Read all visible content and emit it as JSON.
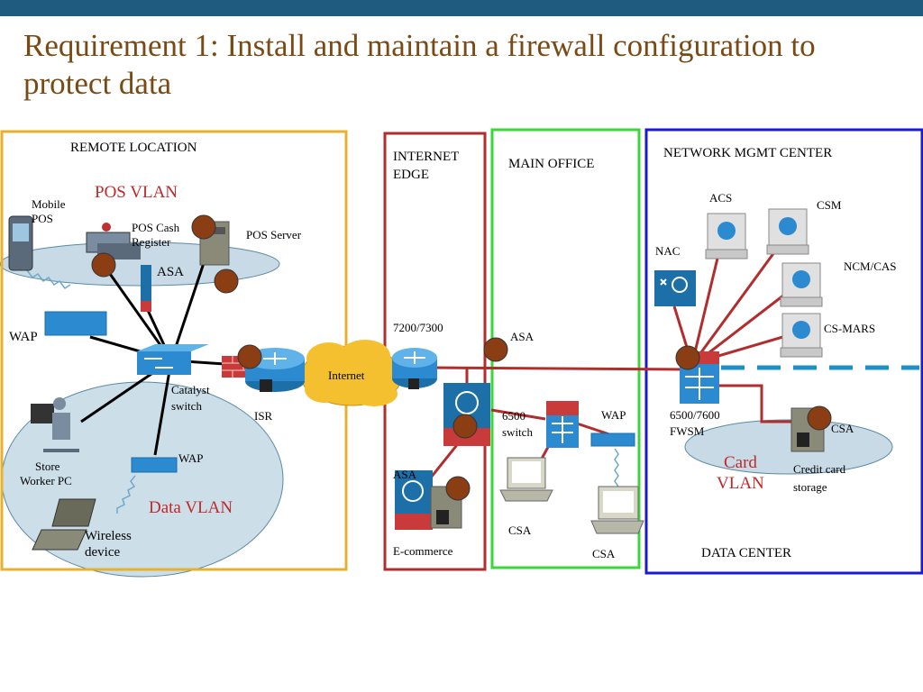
{
  "title": "Requirement 1: Install and maintain a firewall configuration to protect data",
  "colors": {
    "header_bar": "#1e5b7e",
    "title": "#7a4a14",
    "remote_border": "#e8b030",
    "internet_edge_border": "#b22d2d",
    "main_office_border": "#38d838",
    "nmc_border": "#1a1ad0",
    "cloud": "#f5c030",
    "link_red": "#b22d2d",
    "vlan_label": "#c0282a",
    "marker": "#8b3e14"
  },
  "zones": {
    "remote": "REMOTE LOCATION",
    "internet_edge_1": "INTERNET",
    "internet_edge_2": "EDGE",
    "main_office": "MAIN OFFICE",
    "nmc": "NETWORK MGMT CENTER",
    "data_center": "DATA CENTER"
  },
  "vlans": {
    "pos": "POS VLAN",
    "data": "Data VLAN",
    "card_1": "Card",
    "card_2": "VLAN"
  },
  "labels": {
    "mobile_pos_1": "Mobile",
    "mobile_pos_2": "POS",
    "pos_cash_1": "POS Cash",
    "pos_cash_2": "Register",
    "pos_server": "POS Server",
    "asa_remote": "ASA",
    "wap_remote": "WAP",
    "catalyst_1": "Catalyst",
    "catalyst_2": "switch",
    "isr": "ISR",
    "internet": "Internet",
    "store_pc_1": "Store",
    "store_pc_2": "Worker PC",
    "wap_data": "WAP",
    "wireless_1": "Wireless",
    "wireless_2": "device",
    "router_7200": "7200/7300",
    "asa_edge": "ASA",
    "ecommerce": "E-commerce",
    "asa_main": "ASA",
    "switch6500_1": "6500",
    "switch6500_2": "switch",
    "wap_main": "WAP",
    "csa_main_1": "CSA",
    "csa_main_2": "CSA",
    "acs": "ACS",
    "csm": "CSM",
    "nac": "NAC",
    "ncm_cas": "NCM/CAS",
    "cs_mars": "CS-MARS",
    "fwsm_1": "6500/7600",
    "fwsm_2": "FWSM",
    "csa_dc": "CSA",
    "credit_1": "Credit  card",
    "credit_2": "storage"
  }
}
